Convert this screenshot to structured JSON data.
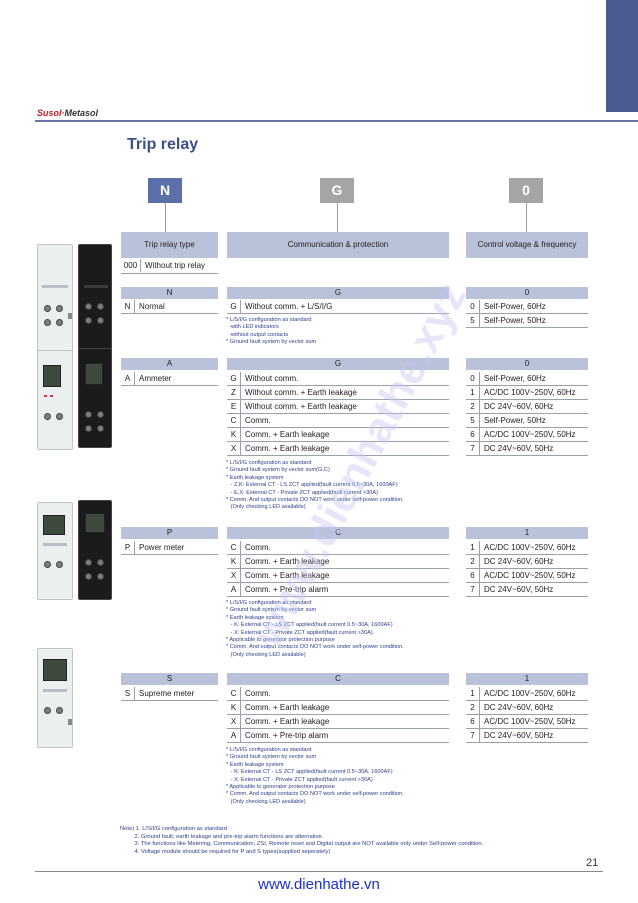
{
  "brand": {
    "part1": "Susol",
    "separator": "·",
    "part2": "Metasol"
  },
  "title": "Trip relay",
  "code_boxes": [
    "N",
    "G",
    "0"
  ],
  "headers": {
    "type": "Trip relay type",
    "comm": "Communication & protection",
    "voltage": "Control voltage & frequency"
  },
  "no_relay": {
    "code": "000",
    "label": "Without trip relay"
  },
  "sections": {
    "n": {
      "type_band": "N",
      "comm_band": "G",
      "volt_band": "0",
      "type_code": "N",
      "type_label": "Normal",
      "comm": [
        {
          "code": "G",
          "label": "Without comm. + L/S/I/G"
        }
      ],
      "volt": [
        {
          "code": "0",
          "label": "Self-Power, 60Hz"
        },
        {
          "code": "5",
          "label": "Self-Power, 50Hz"
        }
      ],
      "notes": "* L/S/I/G configuration as standard\n  -with LED indicators\n  -without output contacts\n* Ground fault system by vector sum"
    },
    "a": {
      "type_band": "A",
      "comm_band": "G",
      "volt_band": "0",
      "type_code": "A",
      "type_label": "Ammeter",
      "comm": [
        {
          "code": "G",
          "label": "Without comm."
        },
        {
          "code": "Z",
          "label": "Without comm. + Earth leakage"
        },
        {
          "code": "E",
          "label": "Without comm. + Earth leakage"
        },
        {
          "code": "C",
          "label": "Comm."
        },
        {
          "code": "K",
          "label": "Comm. + Earth leakage"
        },
        {
          "code": "X",
          "label": "Comm. + Earth leakage"
        }
      ],
      "volt": [
        {
          "code": "0",
          "label": "Self-Power, 60Hz"
        },
        {
          "code": "1",
          "label": "AC/DC 100V~250V, 60Hz"
        },
        {
          "code": "2",
          "label": "DC 24V~60V, 60Hz"
        },
        {
          "code": "5",
          "label": "Self-Power, 50Hz"
        },
        {
          "code": "6",
          "label": "AC/DC 100V~250V, 50Hz"
        },
        {
          "code": "7",
          "label": "DC 24V~60V, 50Hz"
        }
      ],
      "notes": "* L/S/I/G configuration as standard\n* Ground fault system by vector sum(G,C)\n* Earth leakage system\n   - Z,K: External CT - LS ZCT applied(fault current 0.5~30A, 1600AF)\n   - E,X: External CT - Private ZCT applied(fault current >30A)\n* Comm. And output contacts DO NOT work under self-power condition.\n   (Only checking LED available)"
    },
    "p": {
      "type_band": "P",
      "comm_band": "C",
      "volt_band": "1",
      "type_code": "P",
      "type_label": "Power meter",
      "comm": [
        {
          "code": "C",
          "label": "Comm."
        },
        {
          "code": "K",
          "label": "Comm. + Earth leakage"
        },
        {
          "code": "X",
          "label": "Comm. + Earth leakage"
        },
        {
          "code": "A",
          "label": "Comm. + Pre-trip alarm"
        }
      ],
      "volt": [
        {
          "code": "1",
          "label": "AC/DC 100V~250V, 60Hz"
        },
        {
          "code": "2",
          "label": "DC 24V~60V, 60Hz"
        },
        {
          "code": "6",
          "label": "AC/DC 100V~250V, 50Hz"
        },
        {
          "code": "7",
          "label": "DC 24V~60V, 50Hz"
        }
      ],
      "notes": "* L/S/I/G configuration as standard\n* Ground fault system by vector sum\n* Earth leakage system\n   - K: External CT - LS ZCT applied(fault current 0.5~30A, 1600AF)\n   - X: External CT - Private ZCT applied(fault current >30A)\n* Applicable to generator protection purpose\n* Comm. And output contacts DO NOT work under self-power condition.\n   (Only checking LED available)"
    },
    "s": {
      "type_band": "S",
      "comm_band": "C",
      "volt_band": "1",
      "type_code": "S",
      "type_label": "Supreme meter",
      "comm": [
        {
          "code": "C",
          "label": "Comm."
        },
        {
          "code": "K",
          "label": "Comm. + Earth leakage"
        },
        {
          "code": "X",
          "label": "Comm. + Earth leakage"
        },
        {
          "code": "A",
          "label": "Comm. + Pre-trip alarm"
        }
      ],
      "volt": [
        {
          "code": "1",
          "label": "AC/DC 100V~250V, 60Hz"
        },
        {
          "code": "2",
          "label": "DC 24V~60V, 60Hz"
        },
        {
          "code": "6",
          "label": "AC/DC 100V~250V, 50Hz"
        },
        {
          "code": "7",
          "label": "DC 24V~60V, 50Hz"
        }
      ],
      "notes": "* L/S/I/G configuration as standard\n* Ground fault system by vector sum\n* Earth leakage system\n   - K: External CT - LS ZCT applied(fault current 0.5~30A, 1600AF)\n   - X: External CT - Private ZCT applied(fault current >30A)\n* Applicable to generator protection purpose\n* Comm. And output contacts DO NOT work under self-power condition.\n   (Only checking LED available)"
    }
  },
  "footnote": "Note) 1. L/S/I/G configuration as standard\n         2. Ground fault, earth leakage and pre-trip alarm functions are alternative.\n         3. The functions like Metering, Communication, ZSI, Remote reset and Digital output are NOT available only under Self-power condition.\n         4. Voltage module should be required for P and S types(supplied seperately)",
  "page_number": "21",
  "website": "www.dienhathe.vn",
  "watermark": "www.dienhathe.xyz",
  "colors": {
    "brand_red": "#c21f2c",
    "title_blue": "#3b5083",
    "band": "#b9c2d8",
    "code_blue": "#5d6fa7",
    "code_grey": "#a5a5a5",
    "link_blue": "#1a2fc8"
  }
}
